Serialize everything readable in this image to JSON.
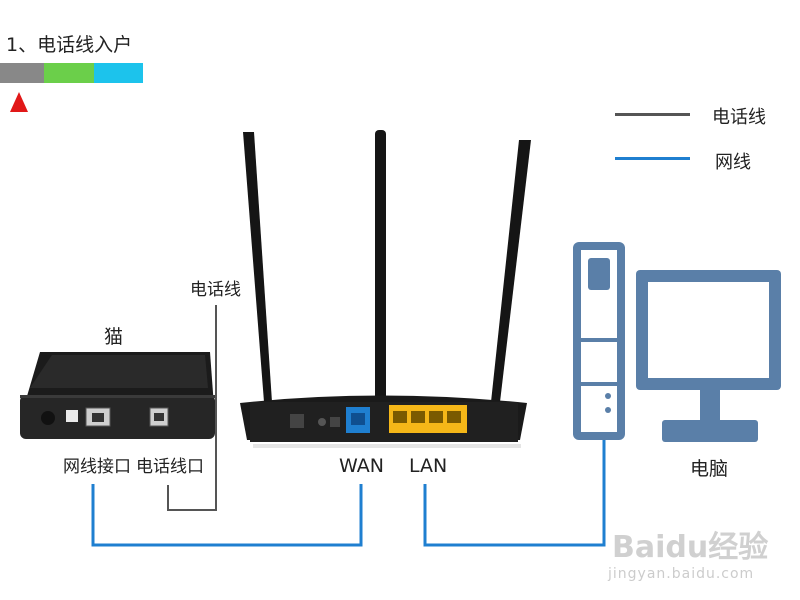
{
  "step_title": "1、电话线入户",
  "step_bar_colors": [
    "#888888",
    "#6bcf4a",
    "#1cc3ec"
  ],
  "marker_color": "#e11818",
  "legend": {
    "phone_line": {
      "label": "电话线",
      "color": "#555555"
    },
    "network_line": {
      "label": "网线",
      "color": "#1f7fd0"
    }
  },
  "devices": {
    "modem": {
      "label": "猫",
      "port_network": "网线接口",
      "port_phone": "电话线口"
    },
    "phone_line_label": "电话线",
    "router": {
      "wan_label": "WAN",
      "lan_label": "LAN"
    },
    "computer": {
      "label": "电脑"
    }
  },
  "watermark": {
    "brand": "Baidu经验",
    "url": "jingyan.baidu.com"
  }
}
